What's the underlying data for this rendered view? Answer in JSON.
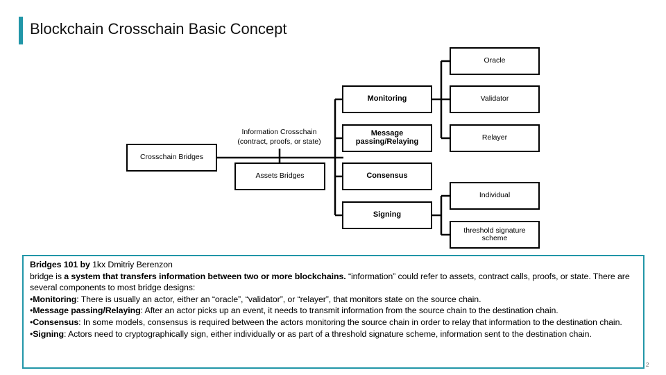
{
  "title": "Blockchain Crosschain Basic Concept",
  "diagram": {
    "root": "Crosschain Bridges",
    "info_line1": "Information Crosschain",
    "info_line2": "(contract, proofs, or state)",
    "assets": "Assets Bridges",
    "monitoring": "Monitoring",
    "message_line1": "Message",
    "message_line2": "passing/Relaying",
    "consensus": "Consensus",
    "signing": "Signing",
    "oracle": "Oracle",
    "validator": "Validator",
    "relayer": "Relayer",
    "individual": "Individual",
    "threshold_line1": "threshold signature",
    "threshold_line2": "scheme"
  },
  "description": {
    "heading_bold": "Bridges 101 by ",
    "heading_author": "1kx Dmitriy Berenzon",
    "intro_a": "bridge is ",
    "intro_bold": "a system that transfers information between two or more blockchains.",
    "intro_b": " “information” could refer to assets, contract calls, proofs, or state. There are several components to most bridge designs:",
    "items": [
      {
        "term": "Monitoring",
        "text": ": There is usually an actor, either an “oracle”, “validator”, or “relayer”, that monitors state on the source chain."
      },
      {
        "term": "Message passing/Relaying",
        "text": ": After an actor picks up an event, it needs to transmit information from the source chain to the destination chain."
      },
      {
        "term": "Consensus",
        "text": ": In some models, consensus is required between the actors monitoring the source chain in order to relay that information to the destination chain."
      },
      {
        "term": "Signing",
        "text": ": Actors need to cryptographically sign, either individually or as part of a threshold signature scheme, information sent to the destination chain."
      }
    ]
  },
  "page_number": "2",
  "colors": {
    "accent": "#2196a8",
    "line": "#000000"
  }
}
